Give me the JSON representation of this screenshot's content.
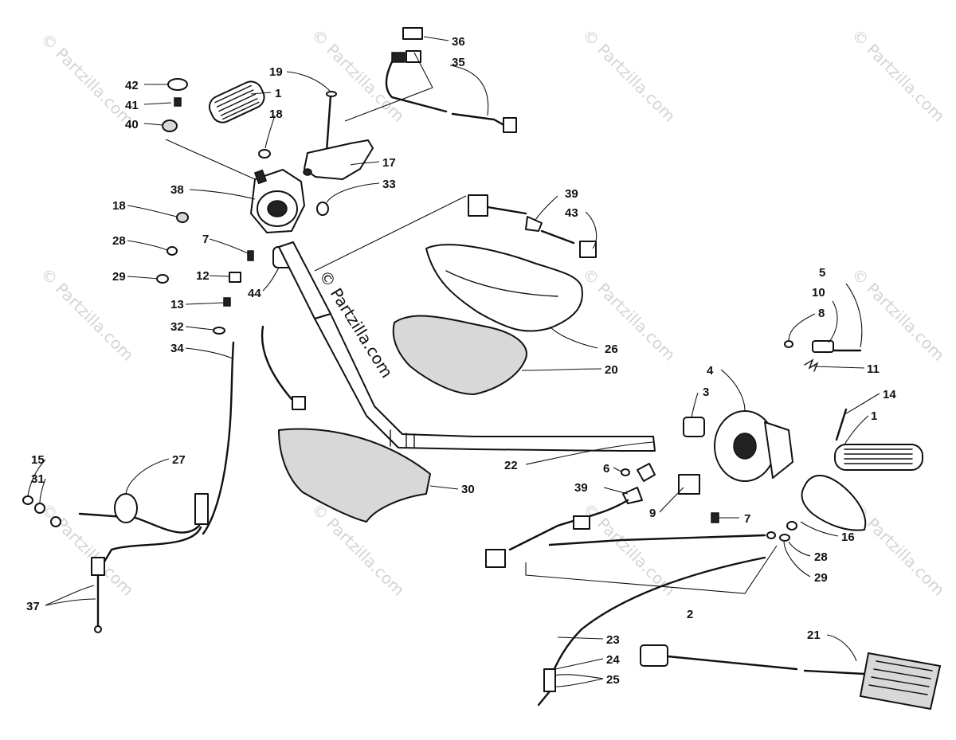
{
  "watermark": {
    "text": "© Partzilla.com",
    "center_text": "© Partzilla.com"
  },
  "callouts": [
    {
      "id": "c42",
      "label": "42"
    },
    {
      "id": "c41",
      "label": "41"
    },
    {
      "id": "c40",
      "label": "40"
    },
    {
      "id": "c1a",
      "label": "1"
    },
    {
      "id": "c19",
      "label": "19"
    },
    {
      "id": "c18a",
      "label": "18"
    },
    {
      "id": "c17",
      "label": "17"
    },
    {
      "id": "c33",
      "label": "33"
    },
    {
      "id": "c36",
      "label": "36"
    },
    {
      "id": "c35",
      "label": "35"
    },
    {
      "id": "c38",
      "label": "38"
    },
    {
      "id": "c18b",
      "label": "18"
    },
    {
      "id": "c28a",
      "label": "28"
    },
    {
      "id": "c7a",
      "label": "7"
    },
    {
      "id": "c29a",
      "label": "29"
    },
    {
      "id": "c12",
      "label": "12"
    },
    {
      "id": "c44",
      "label": "44"
    },
    {
      "id": "c13",
      "label": "13"
    },
    {
      "id": "c32",
      "label": "32"
    },
    {
      "id": "c34",
      "label": "34"
    },
    {
      "id": "c39a",
      "label": "39"
    },
    {
      "id": "c43",
      "label": "43"
    },
    {
      "id": "c26",
      "label": "26"
    },
    {
      "id": "c20",
      "label": "20"
    },
    {
      "id": "c5",
      "label": "5"
    },
    {
      "id": "c10",
      "label": "10"
    },
    {
      "id": "c8",
      "label": "8"
    },
    {
      "id": "c11",
      "label": "11"
    },
    {
      "id": "c4",
      "label": "4"
    },
    {
      "id": "c3",
      "label": "3"
    },
    {
      "id": "c14",
      "label": "14"
    },
    {
      "id": "c1b",
      "label": "1"
    },
    {
      "id": "c15",
      "label": "15"
    },
    {
      "id": "c31",
      "label": "31"
    },
    {
      "id": "c27",
      "label": "27"
    },
    {
      "id": "c22",
      "label": "22"
    },
    {
      "id": "c30",
      "label": "30"
    },
    {
      "id": "c6",
      "label": "6"
    },
    {
      "id": "c39b",
      "label": "39"
    },
    {
      "id": "c9",
      "label": "9"
    },
    {
      "id": "c7b",
      "label": "7"
    },
    {
      "id": "c16",
      "label": "16"
    },
    {
      "id": "c28b",
      "label": "28"
    },
    {
      "id": "c29b",
      "label": "29"
    },
    {
      "id": "c37",
      "label": "37"
    },
    {
      "id": "c2",
      "label": "2"
    },
    {
      "id": "c21",
      "label": "21"
    },
    {
      "id": "c23",
      "label": "23"
    },
    {
      "id": "c24",
      "label": "24"
    },
    {
      "id": "c25",
      "label": "25"
    }
  ]
}
